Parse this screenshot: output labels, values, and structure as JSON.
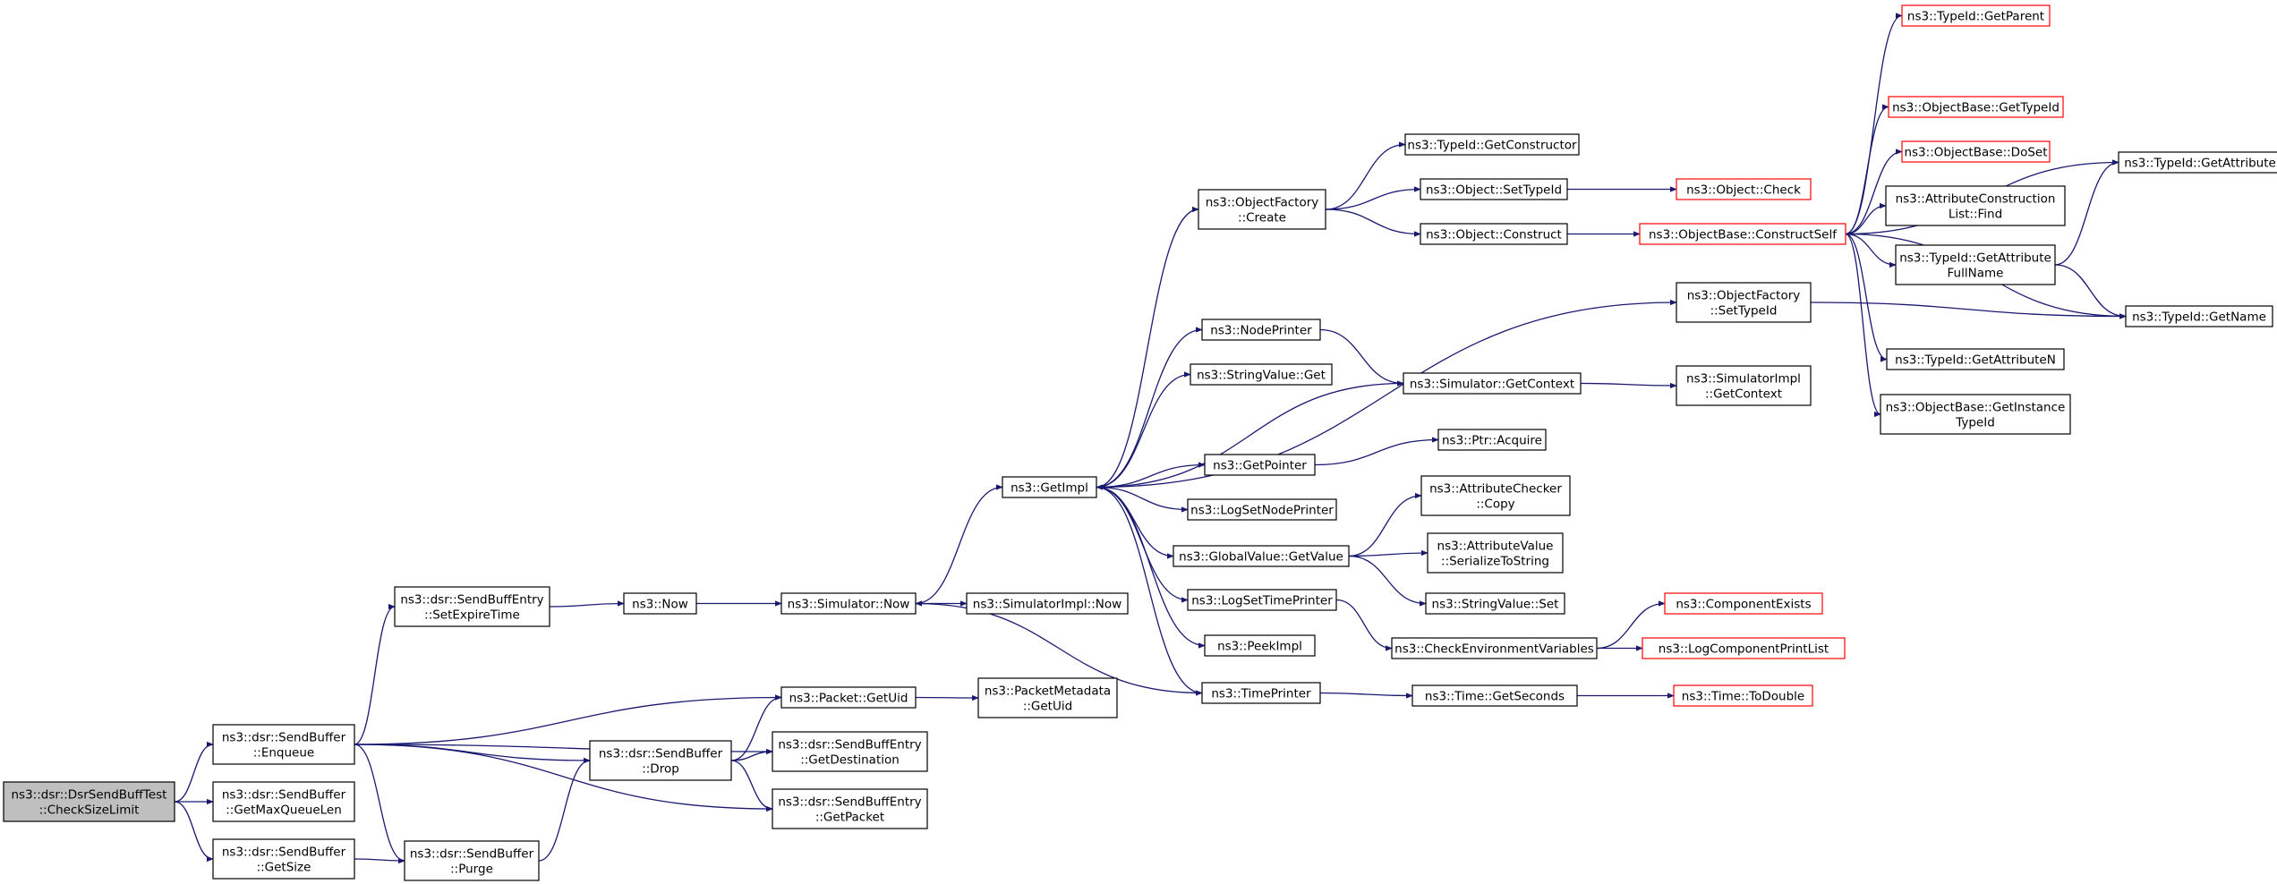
{
  "colors": {
    "edge": "#191970",
    "node_border": "#000000",
    "node_border_truncated": "#ff0000",
    "node_fill": "#ffffff",
    "root_fill": "#bfbfbf"
  },
  "nodes": {
    "checksizelimit": {
      "lines": [
        "ns3::dsr::DsrSendBuffTest",
        "::CheckSizeLimit"
      ],
      "style": "root"
    },
    "enqueue": {
      "lines": [
        "ns3::dsr::SendBuffer",
        "::Enqueue"
      ],
      "style": "normal"
    },
    "getmaxqueuelen": {
      "lines": [
        "ns3::dsr::SendBuffer",
        "::GetMaxQueueLen"
      ],
      "style": "normal"
    },
    "getsize": {
      "lines": [
        "ns3::dsr::SendBuffer",
        "::GetSize"
      ],
      "style": "normal"
    },
    "setexpiretime": {
      "lines": [
        "ns3::dsr::SendBuffEntry",
        "::SetExpireTime"
      ],
      "style": "normal"
    },
    "packet_getuid": {
      "lines": [
        "ns3::Packet::GetUid"
      ],
      "style": "normal"
    },
    "drop": {
      "lines": [
        "ns3::dsr::SendBuffer",
        "::Drop"
      ],
      "style": "normal"
    },
    "getdestination": {
      "lines": [
        "ns3::dsr::SendBuffEntry",
        "::GetDestination"
      ],
      "style": "normal"
    },
    "getpacket": {
      "lines": [
        "ns3::dsr::SendBuffEntry",
        "::GetPacket"
      ],
      "style": "normal"
    },
    "purge": {
      "lines": [
        "ns3::dsr::SendBuffer",
        "::Purge"
      ],
      "style": "normal"
    },
    "now": {
      "lines": [
        "ns3::Now"
      ],
      "style": "normal"
    },
    "simulator_now": {
      "lines": [
        "ns3::Simulator::Now"
      ],
      "style": "normal"
    },
    "simulatorimpl_now": {
      "lines": [
        "ns3::SimulatorImpl::Now"
      ],
      "style": "normal"
    },
    "packetmetadata_getuid": {
      "lines": [
        "ns3::PacketMetadata",
        "::GetUid"
      ],
      "style": "normal"
    },
    "getimpl": {
      "lines": [
        "ns3::GetImpl"
      ],
      "style": "normal"
    },
    "objectfactory_create": {
      "lines": [
        "ns3::ObjectFactory",
        "::Create"
      ],
      "style": "normal"
    },
    "nodeprinter": {
      "lines": [
        "ns3::NodePrinter"
      ],
      "style": "normal"
    },
    "stringvalue_get": {
      "lines": [
        "ns3::StringValue::Get"
      ],
      "style": "normal"
    },
    "getpointer": {
      "lines": [
        "ns3::GetPointer"
      ],
      "style": "normal"
    },
    "logsetnodeprinter": {
      "lines": [
        "ns3::LogSetNodePrinter"
      ],
      "style": "normal"
    },
    "globalvalue_getvalue": {
      "lines": [
        "ns3::GlobalValue::GetValue"
      ],
      "style": "normal"
    },
    "logsettimeprinter": {
      "lines": [
        "ns3::LogSetTimePrinter"
      ],
      "style": "normal"
    },
    "peekimpl": {
      "lines": [
        "ns3::PeekImpl"
      ],
      "style": "normal"
    },
    "timeprinter": {
      "lines": [
        "ns3::TimePrinter"
      ],
      "style": "normal"
    },
    "typeid_getconstructor": {
      "lines": [
        "ns3::TypeId::GetConstructor"
      ],
      "style": "normal"
    },
    "object_settypeid": {
      "lines": [
        "ns3::Object::SetTypeId"
      ],
      "style": "normal"
    },
    "object_construct": {
      "lines": [
        "ns3::Object::Construct"
      ],
      "style": "normal"
    },
    "simulator_getcontext": {
      "lines": [
        "ns3::Simulator::GetContext"
      ],
      "style": "normal"
    },
    "ptr_acquire": {
      "lines": [
        "ns3::Ptr::Acquire"
      ],
      "style": "normal"
    },
    "attributechecker_copy": {
      "lines": [
        "ns3::AttributeChecker",
        "::Copy"
      ],
      "style": "normal"
    },
    "attributevalue_serialize": {
      "lines": [
        "ns3::AttributeValue",
        "::SerializeToString"
      ],
      "style": "normal"
    },
    "stringvalue_set": {
      "lines": [
        "ns3::StringValue::Set"
      ],
      "style": "normal"
    },
    "checkenvvars": {
      "lines": [
        "ns3::CheckEnvironmentVariables"
      ],
      "style": "normal"
    },
    "time_getseconds": {
      "lines": [
        "ns3::Time::GetSeconds"
      ],
      "style": "normal"
    },
    "object_check": {
      "lines": [
        "ns3::Object::Check"
      ],
      "style": "truncated"
    },
    "objectbase_constructself": {
      "lines": [
        "ns3::ObjectBase::ConstructSelf"
      ],
      "style": "truncated"
    },
    "objectfactory_settypeid": {
      "lines": [
        "ns3::ObjectFactory",
        "::SetTypeId"
      ],
      "style": "normal"
    },
    "simulatorimpl_getcontext": {
      "lines": [
        "ns3::SimulatorImpl",
        "::GetContext"
      ],
      "style": "normal"
    },
    "componentexists": {
      "lines": [
        "ns3::ComponentExists"
      ],
      "style": "truncated"
    },
    "logcomponentprintlist": {
      "lines": [
        "ns3::LogComponentPrintList"
      ],
      "style": "truncated"
    },
    "time_todouble": {
      "lines": [
        "ns3::Time::ToDouble"
      ],
      "style": "truncated"
    },
    "typeid_getparent": {
      "lines": [
        "ns3::TypeId::GetParent"
      ],
      "style": "truncated"
    },
    "objectbase_gettypeid": {
      "lines": [
        "ns3::ObjectBase::GetTypeId"
      ],
      "style": "truncated"
    },
    "objectbase_doset": {
      "lines": [
        "ns3::ObjectBase::DoSet"
      ],
      "style": "truncated"
    },
    "attrconstructionlist_find": {
      "lines": [
        "ns3::AttributeConstruction",
        "List::Find"
      ],
      "style": "normal"
    },
    "typeid_getattributefullname": {
      "lines": [
        "ns3::TypeId::GetAttribute",
        "FullName"
      ],
      "style": "normal"
    },
    "typeid_getattributen": {
      "lines": [
        "ns3::TypeId::GetAttributeN"
      ],
      "style": "normal"
    },
    "objectbase_getinstancetypeid": {
      "lines": [
        "ns3::ObjectBase::GetInstance",
        "TypeId"
      ],
      "style": "normal"
    },
    "typeid_getattribute": {
      "lines": [
        "ns3::TypeId::GetAttribute"
      ],
      "style": "normal"
    },
    "typeid_getname": {
      "lines": [
        "ns3::TypeId::GetName"
      ],
      "style": "normal"
    }
  }
}
